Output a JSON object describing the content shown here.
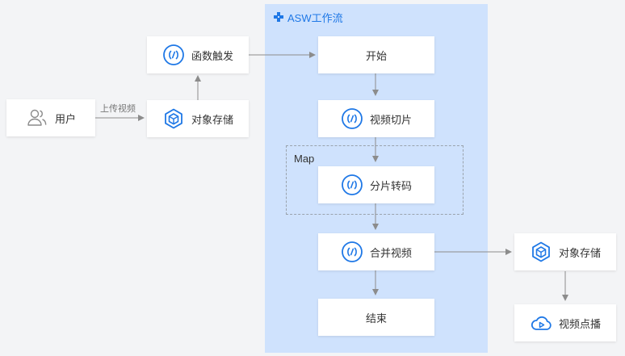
{
  "swimlane": {
    "title": "ASW工作流",
    "icon": "plus-icon"
  },
  "map": {
    "label": "Map"
  },
  "nodes": {
    "user": {
      "label": "用户",
      "icon": "users-icon"
    },
    "storage_in": {
      "label": "对象存储",
      "icon": "cube-icon"
    },
    "func_trigger": {
      "label": "函数触发",
      "icon": "function-icon"
    },
    "start": {
      "label": "开始"
    },
    "video_slice": {
      "label": "视频切片",
      "icon": "function-icon"
    },
    "shard_transcode": {
      "label": "分片转码",
      "icon": "function-icon"
    },
    "merge_video": {
      "label": "合并视频",
      "icon": "function-icon"
    },
    "end": {
      "label": "结束"
    },
    "storage_out": {
      "label": "对象存储",
      "icon": "cube-icon"
    },
    "vod": {
      "label": "视频点播",
      "icon": "cloud-play-icon"
    }
  },
  "edges": {
    "upload_label": "上传视频"
  },
  "colors": {
    "accent": "#1f78e6",
    "lane": "#cfe2fd",
    "arrow": "#8c8c8c"
  }
}
